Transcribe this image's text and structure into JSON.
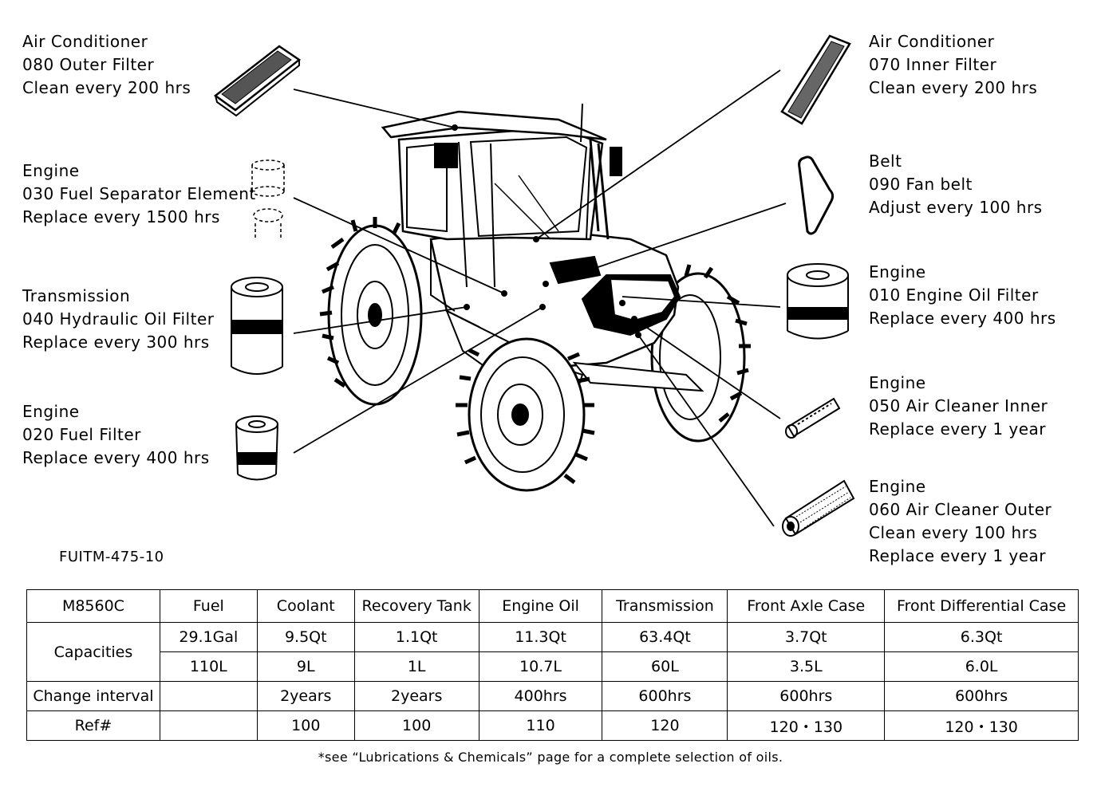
{
  "callouts": {
    "ac_outer": {
      "lines": [
        "Air Conditioner",
        "080 Outer Filter",
        "Clean every 200 hrs"
      ]
    },
    "fuel_sep": {
      "lines": [
        "Engine",
        "030 Fuel Separator Element",
        "Replace every 1500 hrs"
      ]
    },
    "hydraulic": {
      "lines": [
        "Transmission",
        "040 Hydraulic Oil Filter",
        "Replace every 300 hrs"
      ]
    },
    "fuel_filter": {
      "lines": [
        "Engine",
        "020 Fuel Filter",
        "Replace every 400 hrs"
      ]
    },
    "ac_inner": {
      "lines": [
        "Air Conditioner",
        "070 Inner Filter",
        "Clean every 200 hrs"
      ]
    },
    "belt": {
      "lines": [
        "Belt",
        "090 Fan belt",
        "Adjust every 100 hrs"
      ]
    },
    "oil_filter": {
      "lines": [
        "Engine",
        "010 Engine Oil Filter",
        "Replace every 400 hrs"
      ]
    },
    "air_inner": {
      "lines": [
        "Engine",
        "050 Air Cleaner Inner",
        "Replace every 1 year"
      ]
    },
    "air_outer": {
      "lines": [
        "Engine",
        "060 Air Cleaner Outer",
        "Clean every 100 hrs",
        "Replace every 1 year"
      ]
    }
  },
  "figure_code": "FUITM-475-10",
  "table": {
    "model": "M8560C",
    "headers": [
      "Fuel",
      "Coolant",
      "Recovery Tank",
      "Engine Oil",
      "Transmission",
      "Front Axle Case",
      "Front Differential Case"
    ],
    "capacities_label": "Capacities",
    "capacities_us": [
      "29.1Gal",
      "9.5Qt",
      "1.1Qt",
      "11.3Qt",
      "63.4Qt",
      "3.7Qt",
      "6.3Qt"
    ],
    "capacities_metric": [
      "110L",
      "9L",
      "1L",
      "10.7L",
      "60L",
      "3.5L",
      "6.0L"
    ],
    "interval_label": "Change interval",
    "intervals": [
      "",
      "2years",
      "2years",
      "400hrs",
      "600hrs",
      "600hrs",
      "600hrs"
    ],
    "ref_label": "Ref#",
    "refs": [
      "",
      "100",
      "100",
      "110",
      "120",
      "120・130",
      "120・130"
    ]
  },
  "footnote": "*see “Lubrications & Chemicals” page for a complete selection of oils."
}
